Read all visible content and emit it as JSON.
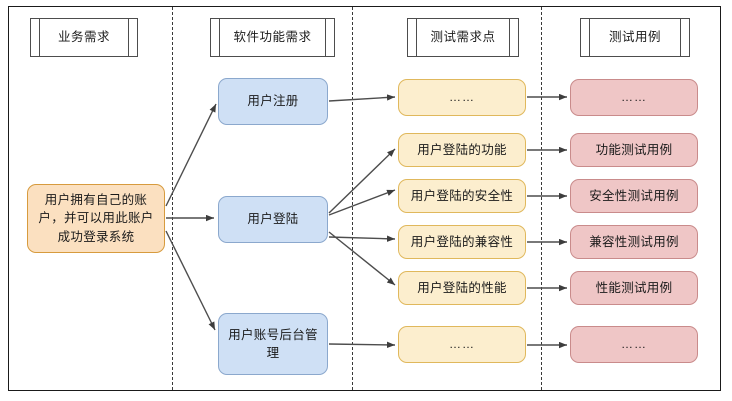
{
  "diagram": {
    "title_lanes": [
      {
        "id": "lane-business",
        "label": "业务需求"
      },
      {
        "id": "lane-software",
        "label": "软件功能需求"
      },
      {
        "id": "lane-testpoint",
        "label": "测试需求点"
      },
      {
        "id": "lane-testcase",
        "label": "测试用例"
      }
    ],
    "colors": {
      "orange_fill": "#fbe0c0",
      "orange_border": "#d79b3e",
      "blue_fill": "#cfe0f5",
      "blue_border": "#8ba8cd",
      "yellow_fill": "#fceece",
      "yellow_border": "#e0b85c",
      "red_fill": "#efc6c6",
      "red_border": "#c98b8b",
      "line": "#4d4d4d",
      "frame": "#1a1a1a"
    },
    "nodes": {
      "business": [
        {
          "id": "biz-account",
          "label": "用户拥有自己的账户，并可以用此账户成功登录系统"
        }
      ],
      "software": [
        {
          "id": "sw-register",
          "label": "用户注册"
        },
        {
          "id": "sw-login",
          "label": "用户登陆"
        },
        {
          "id": "sw-admin",
          "label": "用户账号后台管理"
        }
      ],
      "test_points": [
        {
          "id": "tp-register-ellipsis",
          "label": "……"
        },
        {
          "id": "tp-login-function",
          "label": "用户登陆的功能"
        },
        {
          "id": "tp-login-security",
          "label": "用户登陆的安全性"
        },
        {
          "id": "tp-login-compat",
          "label": "用户登陆的兼容性"
        },
        {
          "id": "tp-login-performance",
          "label": "用户登陆的性能"
        },
        {
          "id": "tp-admin-ellipsis",
          "label": "……"
        }
      ],
      "test_cases": [
        {
          "id": "tc-register-ellipsis",
          "label": "……"
        },
        {
          "id": "tc-function",
          "label": "功能测试用例"
        },
        {
          "id": "tc-security",
          "label": "安全性测试用例"
        },
        {
          "id": "tc-compat",
          "label": "兼容性测试用例"
        },
        {
          "id": "tc-performance",
          "label": "性能测试用例"
        },
        {
          "id": "tc-admin-ellipsis",
          "label": "……"
        }
      ]
    },
    "edges": [
      {
        "from": "biz-account",
        "to": "sw-register"
      },
      {
        "from": "biz-account",
        "to": "sw-login"
      },
      {
        "from": "biz-account",
        "to": "sw-admin"
      },
      {
        "from": "sw-register",
        "to": "tp-register-ellipsis"
      },
      {
        "from": "sw-login",
        "to": "tp-login-function"
      },
      {
        "from": "sw-login",
        "to": "tp-login-security"
      },
      {
        "from": "sw-login",
        "to": "tp-login-compat"
      },
      {
        "from": "sw-login",
        "to": "tp-login-performance"
      },
      {
        "from": "sw-admin",
        "to": "tp-admin-ellipsis"
      },
      {
        "from": "tp-register-ellipsis",
        "to": "tc-register-ellipsis"
      },
      {
        "from": "tp-login-function",
        "to": "tc-function"
      },
      {
        "from": "tp-login-security",
        "to": "tc-security"
      },
      {
        "from": "tp-login-compat",
        "to": "tc-compat"
      },
      {
        "from": "tp-login-performance",
        "to": "tc-performance"
      },
      {
        "from": "tp-admin-ellipsis",
        "to": "tc-admin-ellipsis"
      }
    ]
  }
}
